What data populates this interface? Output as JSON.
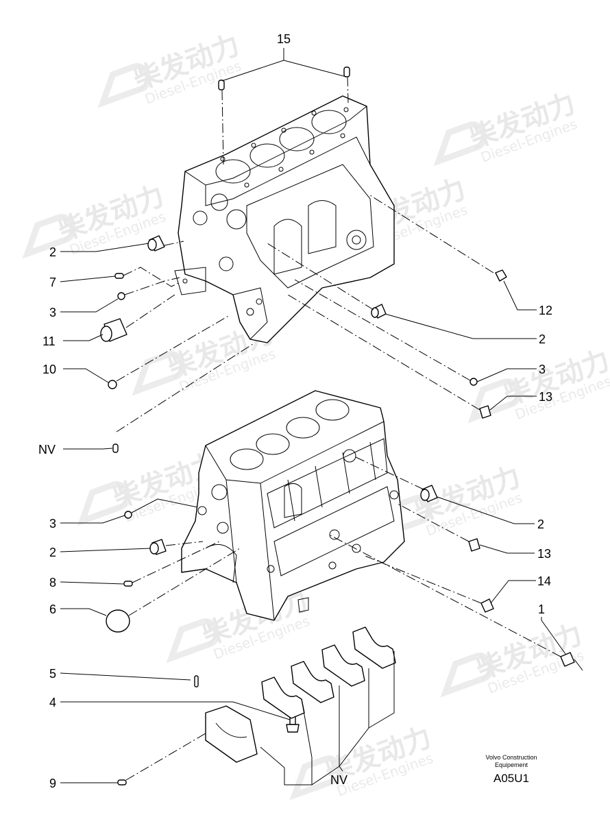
{
  "watermark": {
    "brand": "柴发动力",
    "sub": "Diesel-Engines"
  },
  "callouts": {
    "c15": "15",
    "c2a": "2",
    "c7": "7",
    "c3a": "3",
    "c11": "11",
    "c10": "10",
    "c12": "12",
    "c2b": "2",
    "c3b": "3",
    "c13a": "13",
    "nv1": "NV",
    "c3c": "3",
    "c2c": "2",
    "c8": "8",
    "c6": "6",
    "c2d": "2",
    "c13b": "13",
    "c14": "14",
    "c1": "1",
    "c5": "5",
    "c4": "4",
    "c9": "9",
    "nv2": "NV"
  },
  "credit": {
    "line1": "Volvo Construction",
    "line2": "Equipement"
  },
  "drawing_code": "A05U1",
  "colors": {
    "ink": "#000000",
    "paper": "#ffffff",
    "watermark": "#e8e8e8"
  }
}
